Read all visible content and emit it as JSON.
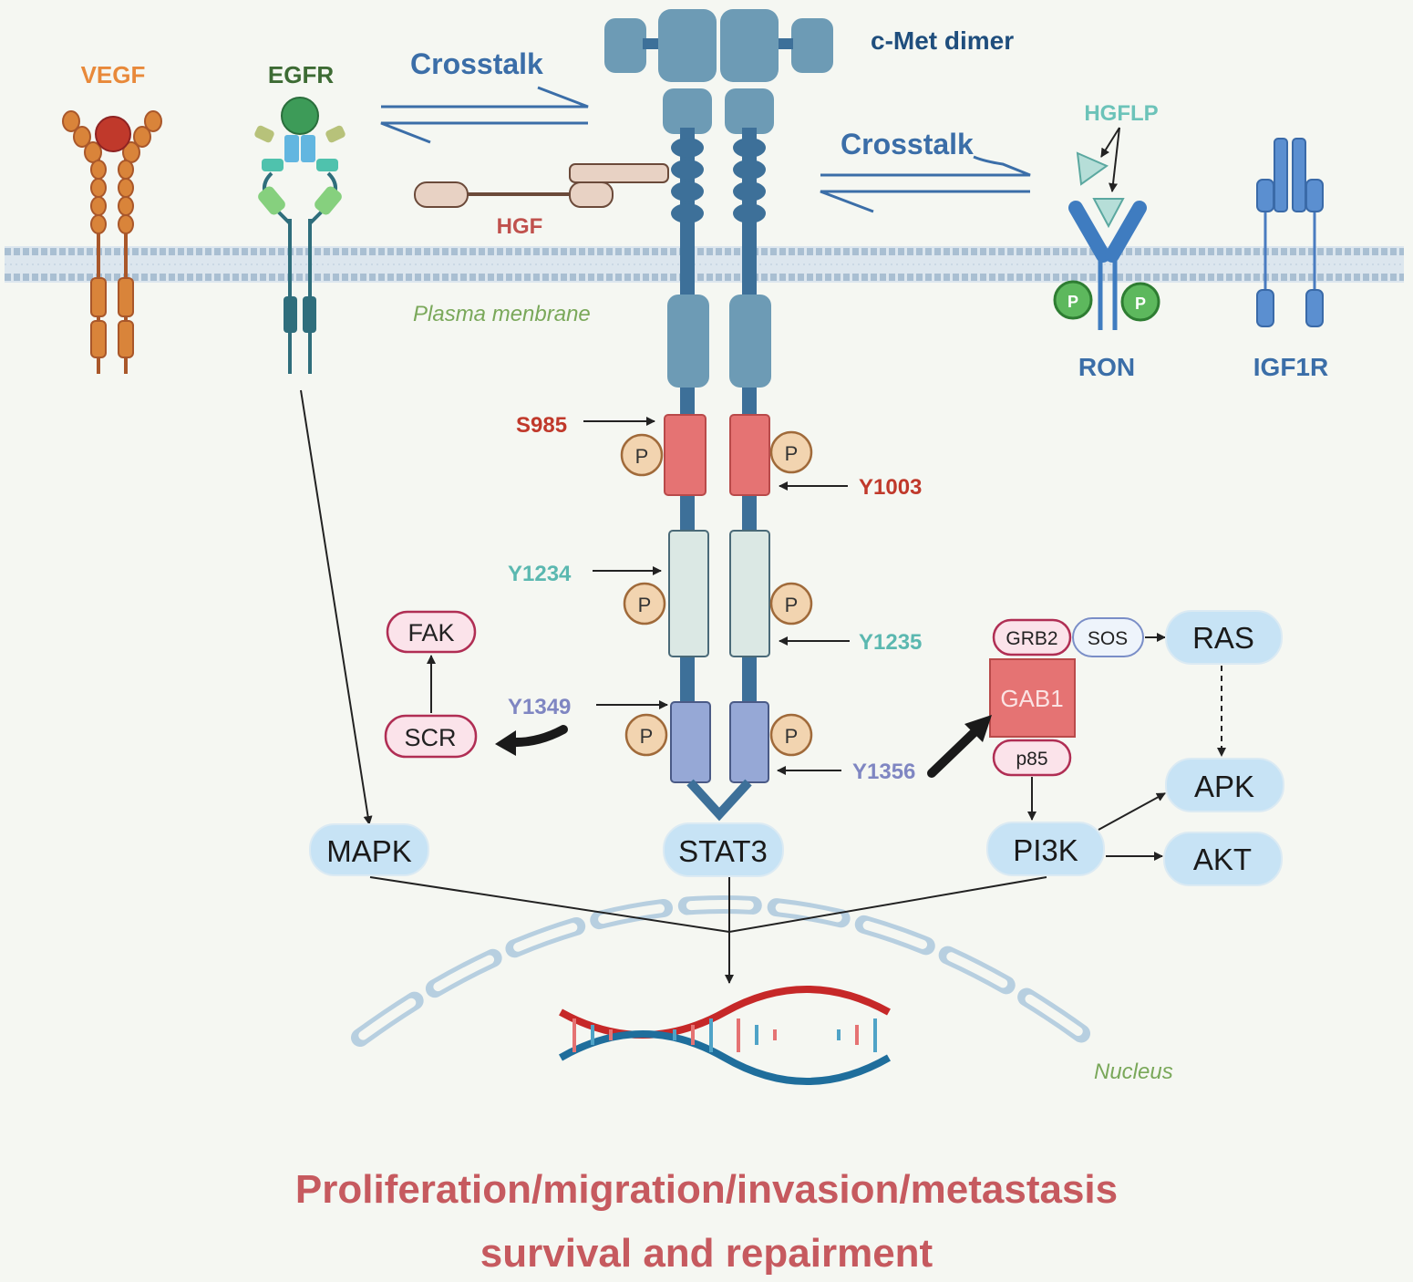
{
  "labels": {
    "vegf": "VEGF",
    "egfr": "EGFR",
    "cmet_dimer": "c-Met dimer",
    "crosstalk_left": "Crosstalk",
    "crosstalk_right": "Crosstalk",
    "hgf": "HGF",
    "hgflp": "HGFLP",
    "ron": "RON",
    "igf1r": "IGF1R",
    "plasma_membrane": "Plasma menbrane",
    "nucleus": "Nucleus",
    "phospho": "P"
  },
  "sites": {
    "s985": "S985",
    "y1003": "Y1003",
    "y1234": "Y1234",
    "y1235": "Y1235",
    "y1349": "Y1349",
    "y1356": "Y1356"
  },
  "nodes": {
    "fak": "FAK",
    "scr": "SCR",
    "mapk": "MAPK",
    "stat3": "STAT3",
    "grb2": "GRB2",
    "sos": "SOS",
    "ras": "RAS",
    "gab1": "GAB1",
    "p85": "p85",
    "apk": "APK",
    "pi3k": "PI3K",
    "akt": "AKT"
  },
  "outcome": {
    "line1": "Proliferation/migration/invasion/metastasis",
    "line2": "survival and repairment"
  },
  "colors": {
    "background": "#f5f7f2",
    "cmet": "#6d9bb5",
    "vegf": "#d9843a",
    "egfr_label": "#3d6b34",
    "crosstalk": "#3b6ea8",
    "kinase_domain": "#e57373",
    "activation_loop": "#dbe8e4",
    "docking_site": "#96a8d6",
    "site_red": "#c0392b",
    "site_teal": "#5bb8b0",
    "site_purple": "#7f86c2",
    "node_blue": "#c7e3f5",
    "node_pink": "#fbe3ea",
    "outcome": "#c65a5f"
  }
}
